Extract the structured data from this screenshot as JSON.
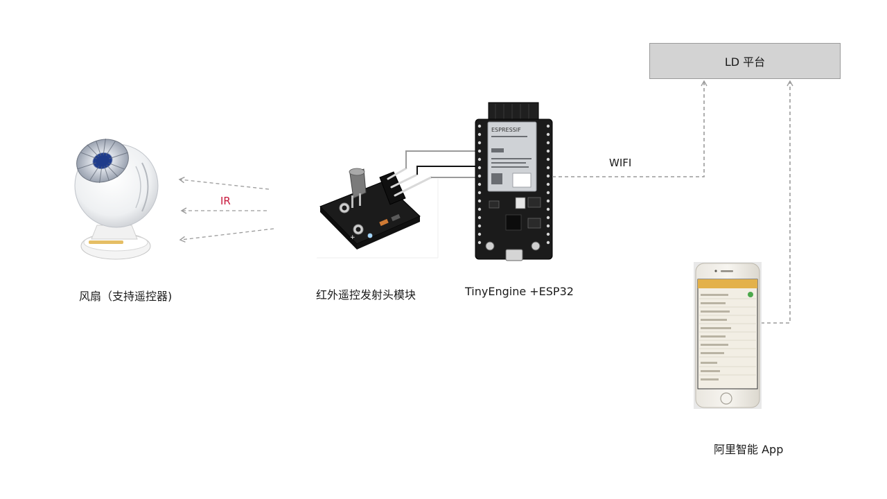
{
  "nodes": {
    "fan": {
      "label": "风扇（支持遥控器)"
    },
    "ir_module": {
      "label": "红外遥控发射头模块"
    },
    "esp32": {
      "label": "TinyEngine +ESP32",
      "chip_brand": "ESPRESSIF"
    },
    "platform": {
      "label": "LD 平台"
    },
    "app": {
      "label": "阿里智能 App"
    }
  },
  "edges": {
    "ir": {
      "label": "IR",
      "color": "#c8183c"
    },
    "wifi": {
      "label": "WIFI"
    }
  },
  "colors": {
    "arrow_gray": "#9a9a9a",
    "platform_fill": "#d3d3d3",
    "fan_blue": "#1f3b8a",
    "pcb_black": "#1b1b1b",
    "phone_screen_bg": "#f2eee4",
    "phone_header": "#e3b14a"
  }
}
